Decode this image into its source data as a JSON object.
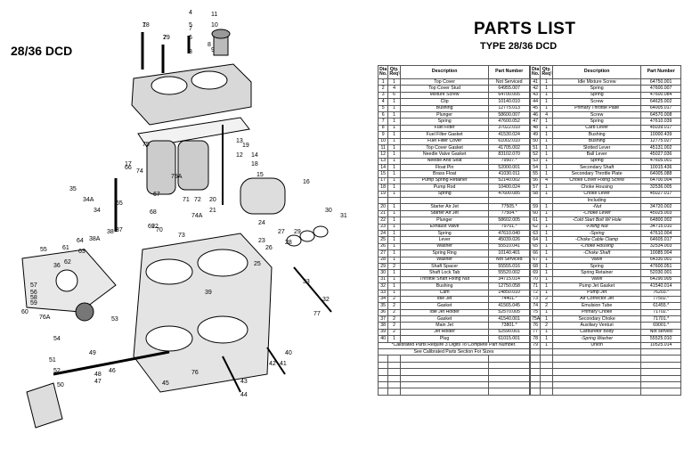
{
  "model_label": "28/36 DCD",
  "parts_list": {
    "title": "PARTS LIST",
    "subtitle": "TYPE 28/36 DCD",
    "headers": {
      "dia": "Dia No.",
      "qty": "Qty. Req'd",
      "description": "Description",
      "part": "Part Number"
    },
    "left_rows": [
      [
        "1",
        "1",
        "Top Cover",
        "Not Serviced"
      ],
      [
        "2",
        "4",
        "Top Cover Stud",
        "64955.007"
      ],
      [
        "3",
        "6",
        "Mixture Screw",
        "64700.005"
      ],
      [
        "4",
        "1",
        "Clip",
        "10140.010"
      ],
      [
        "5",
        "1",
        "Bushing",
        "12775.013"
      ],
      [
        "6",
        "1",
        "Plunger",
        "58600.007"
      ],
      [
        "7",
        "1",
        "Spring",
        "47600.052"
      ],
      [
        "8",
        "1",
        "Fuel Filter",
        "37022.010"
      ],
      [
        "9",
        "1",
        "Fuel Filter Gasket",
        "41530.024"
      ],
      [
        "10",
        "1",
        "Fuel Filter Cover",
        "61002.010"
      ],
      [
        "11",
        "1",
        "Top Cover Gasket",
        "41705.002"
      ],
      [
        "12",
        "1",
        "Needle Valve Gasket",
        "83102.070"
      ],
      [
        "13",
        "1",
        "Needle And Seat",
        "79507.*"
      ],
      [
        "14",
        "1",
        "Float Pin",
        "52000.001"
      ],
      [
        "15",
        "1",
        "Brass Float",
        "41030.011"
      ],
      [
        "17",
        "1",
        "Pump Spring Retainer",
        "52140.002"
      ],
      [
        "18",
        "1",
        "Pump Rod",
        "10400.024"
      ],
      [
        "19",
        "1",
        "Spring",
        "47600.085"
      ],
      [
        "",
        "",
        " ",
        ""
      ],
      [
        "20",
        "1",
        "Starter Air Jet",
        "77505.*"
      ],
      [
        "21",
        "1",
        "Starter Air Jet",
        "77504.*"
      ],
      [
        "22",
        "1",
        "Plunger",
        "58602.005"
      ],
      [
        "23",
        "1",
        "Exhaust Valve",
        "79701.*"
      ],
      [
        "24",
        "1",
        "Spring",
        "47610.040"
      ],
      [
        "25",
        "1",
        "Lever",
        "45039.026"
      ],
      [
        "26",
        "1",
        "Washer",
        "55510.041"
      ],
      [
        "27",
        "1",
        "Spring Ring",
        "10140.401"
      ],
      [
        "28",
        "1",
        "Washer",
        "Not Serviced"
      ],
      [
        "29",
        "2",
        "Shaft Spacer",
        "55555.016"
      ],
      [
        "30",
        "1",
        "Shaft Lock Tab",
        "55520.002"
      ],
      [
        "31",
        "1",
        "Throttle Shaft Fixing Nut",
        "34715.014"
      ],
      [
        "32",
        "1",
        "Bushing",
        "12750.058"
      ],
      [
        "33",
        "1",
        "Cam",
        "14850.010"
      ],
      [
        "34",
        "2",
        "Idle Jet",
        "74401.*"
      ],
      [
        "35",
        "2",
        "Gasket",
        "41565.045"
      ],
      [
        "36",
        "2",
        "Idle Jet Holder",
        "52570.005"
      ],
      [
        "37",
        "2",
        "Gasket",
        "41540.001"
      ],
      [
        "38",
        "2",
        "Main Jet",
        "73801.*"
      ],
      [
        "39",
        "2",
        "Jet Holder",
        "52590.001"
      ],
      [
        "40",
        "1",
        "Plug",
        "61015.001"
      ]
    ],
    "notes": [
      "*Calibrated Parts Require 3 Digits To Complete Part Number.",
      "See Calibrated Parts Section For Sizes"
    ],
    "right_rows": [
      [
        "41",
        "1",
        "Idle Mixture Screw",
        "64750.001"
      ],
      [
        "42",
        "1",
        "Spring",
        "47600.007"
      ],
      [
        "43",
        "1",
        "Spring",
        "47600.084"
      ],
      [
        "44",
        "1",
        "Screw",
        "64625.002"
      ],
      [
        "45",
        "1",
        "Primary Throttle Plate",
        "64005.017"
      ],
      [
        "46",
        "4",
        "Screw",
        "64570.008"
      ],
      [
        "47",
        "1",
        "Spring",
        "47610.039"
      ],
      [
        "48",
        "1",
        "Carb Lever",
        "45039.017"
      ],
      [
        "49",
        "1",
        "Bushing",
        "10000.439"
      ],
      [
        "50",
        "1",
        "Bushing",
        "12775.027"
      ],
      [
        "51",
        "1",
        "Slotted Lever",
        "45131.002"
      ],
      [
        "52",
        "1",
        "Ball Lever",
        "45027.036"
      ],
      [
        "53",
        "1",
        "Spring",
        "47605.001"
      ],
      [
        "54",
        "1",
        "Secondary Shaft",
        "10015.436"
      ],
      [
        "55",
        "1",
        "Secondary Throttle Plate",
        "64005.088"
      ],
      [
        "56",
        "4",
        "Choke Cover Fixing Screw",
        "64700.004"
      ],
      [
        "57",
        "1",
        "Choke Housing",
        "32536.005"
      ],
      [
        "58",
        "1",
        "Choke Lever",
        "45027.017"
      ],
      [
        "",
        "",
        "Including",
        ""
      ],
      [
        "59",
        "1",
        "-Nut",
        "34720.002"
      ],
      [
        "60",
        "1",
        "-Choke Lever",
        "45025.003"
      ],
      [
        "61",
        "1",
        "-Cold Start Bolt W/ Hole",
        "64800.002"
      ],
      [
        "62",
        "1",
        "-Fixing Nut",
        "34715.010"
      ],
      [
        "63",
        "1",
        "-Spring",
        "47610.004"
      ],
      [
        "64",
        "1",
        "-Choke Cable Clamp",
        "64605.017"
      ],
      [
        "65",
        "1",
        "-Choke Housing",
        "32534.003"
      ],
      [
        "66",
        "1",
        "-Choke Shaft",
        "10085.004"
      ],
      [
        "67",
        "1",
        "Valve",
        "64330.001"
      ],
      [
        "68",
        "1",
        "Spring",
        "47600.051"
      ],
      [
        "69",
        "1",
        "Spring Retainer",
        "52030.001"
      ],
      [
        "70",
        "1",
        "Valve",
        "64290.005"
      ],
      [
        "71",
        "1",
        "Pump Jet Gasket",
        "41540.014"
      ],
      [
        "72",
        "1",
        "Pump Jet",
        "76203.*"
      ],
      [
        "73",
        "2",
        "Air Corrector Jet",
        "77502.*"
      ],
      [
        "74",
        "2",
        "Emulsion Tube",
        "61455.*"
      ],
      [
        "75",
        "1",
        "Primary Choke",
        "71702.*"
      ],
      [
        "75A",
        "1",
        "Secondary Choke",
        "71701.*"
      ],
      [
        "76",
        "2",
        "Auxiliary Venturi",
        "69001.*"
      ],
      [
        "77",
        "1",
        "Carburetor Body",
        "Not served"
      ],
      [
        "78",
        "1",
        "-Spring Washer",
        "55525.010"
      ],
      [
        "79",
        "1",
        "Union",
        "10525.014"
      ]
    ],
    "empty_rows": 6
  },
  "diagram_labels": [
    "1",
    "2",
    "3",
    "4",
    "5",
    "6",
    "7",
    "8",
    "9",
    "10",
    "11",
    "12",
    "13",
    "14",
    "15",
    "16",
    "17",
    "18",
    "19",
    "20",
    "21",
    "22",
    "23",
    "24",
    "25",
    "26",
    "27",
    "28",
    "29",
    "30",
    "31",
    "32",
    "33",
    "34",
    "34A",
    "35",
    "36",
    "37",
    "38",
    "38A",
    "39",
    "40",
    "41",
    "42",
    "43",
    "44",
    "45",
    "46",
    "47",
    "48",
    "49",
    "50",
    "51",
    "52",
    "53",
    "54",
    "55",
    "56",
    "57",
    "58",
    "59",
    "60",
    "61",
    "62",
    "63",
    "64",
    "65",
    "66",
    "67",
    "68",
    "69",
    "70",
    "71",
    "72",
    "73",
    "74",
    "74A",
    "75",
    "75A",
    "76",
    "76A",
    "77",
    "78",
    "79"
  ]
}
